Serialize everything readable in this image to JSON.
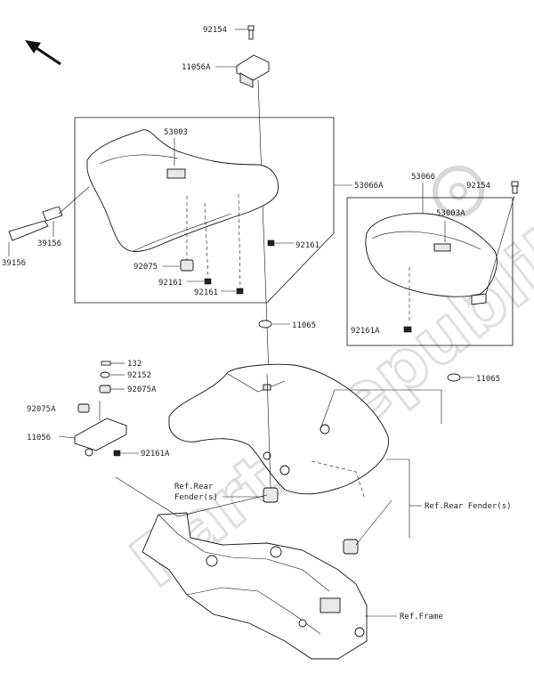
{
  "parts": {
    "p92154_top": "92154",
    "p11056A": "11056A",
    "p53003": "53003",
    "p53066A": "53066A",
    "p53066": "53066",
    "p92154_right": "92154",
    "p53003A": "53003A",
    "p39156_a": "39156",
    "p39156_b": "39156",
    "p92161_a": "92161",
    "p92075": "92075",
    "p92161_b": "92161",
    "p92161_c": "92161",
    "p11065_a": "11065",
    "p92161A_right": "92161A",
    "p11065_b": "11065",
    "p132": "132",
    "p92152": "92152",
    "p92075A_a": "92075A",
    "p92075A_b": "92075A",
    "p11056": "11056",
    "p92161A_left": "92161A"
  },
  "refs": {
    "rear_fender_left_1": "Ref.Rear",
    "rear_fender_left_2": "Fender(s)",
    "rear_fender_right": "Ref.Rear Fender(s)",
    "frame": "Ref.Frame"
  },
  "icons": {
    "direction_arrow": "arrow-up-left-icon",
    "watermark_gear": "gear-icon"
  },
  "watermark": "PartsRepublik"
}
